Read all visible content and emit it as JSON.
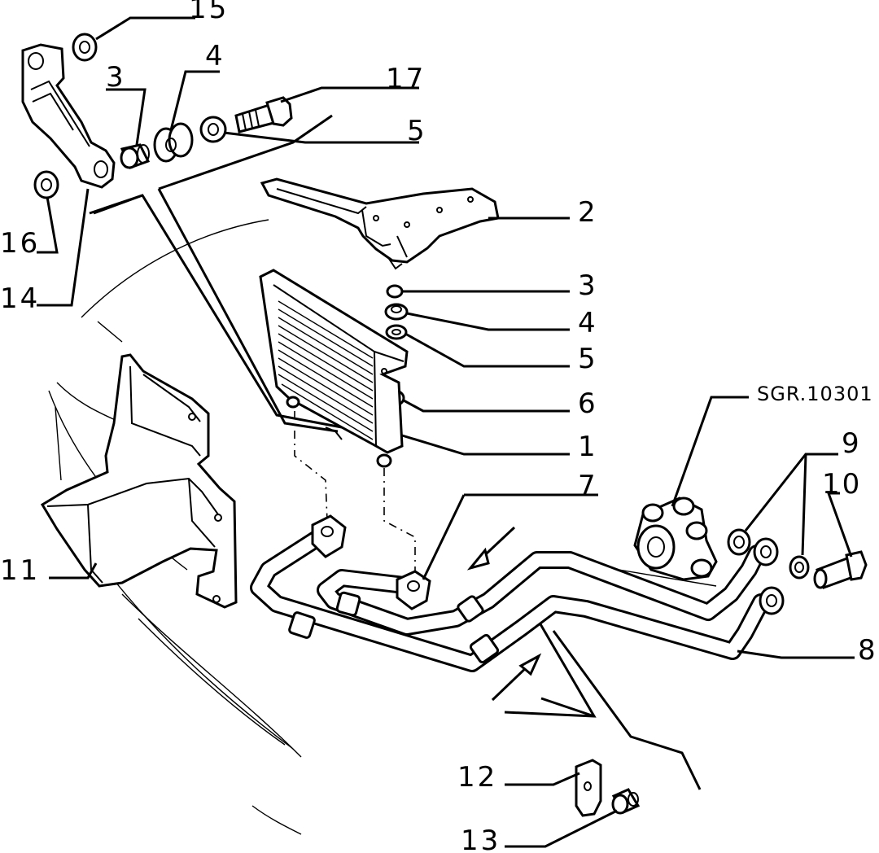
{
  "diagram": {
    "reference": "SGR.10301",
    "callouts": [
      {
        "id": "c15",
        "text": "15"
      },
      {
        "id": "c3a",
        "text": "3"
      },
      {
        "id": "c4a",
        "text": "4"
      },
      {
        "id": "c17",
        "text": "17"
      },
      {
        "id": "c5a",
        "text": "5"
      },
      {
        "id": "c2",
        "text": "2"
      },
      {
        "id": "c16",
        "text": "16"
      },
      {
        "id": "c14",
        "text": "14"
      },
      {
        "id": "c3b",
        "text": "3"
      },
      {
        "id": "c4b",
        "text": "4"
      },
      {
        "id": "c5b",
        "text": "5"
      },
      {
        "id": "c6",
        "text": "6"
      },
      {
        "id": "c1",
        "text": "1"
      },
      {
        "id": "c9",
        "text": "9"
      },
      {
        "id": "c10",
        "text": "10"
      },
      {
        "id": "c7",
        "text": "7"
      },
      {
        "id": "c11",
        "text": "11"
      },
      {
        "id": "c8",
        "text": "8"
      },
      {
        "id": "c12",
        "text": "12"
      },
      {
        "id": "c13",
        "text": "13"
      }
    ]
  }
}
